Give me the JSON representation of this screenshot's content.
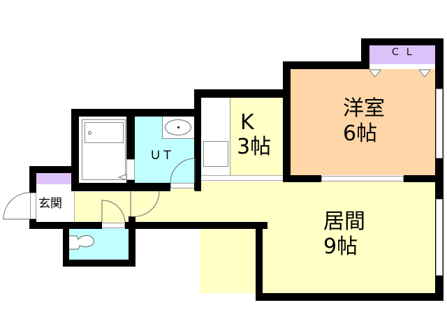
{
  "floorplan": {
    "rooms": {
      "western_room": {
        "name": "洋室",
        "size": "6帖",
        "color": "#FFD6A8"
      },
      "living": {
        "name": "居間",
        "size": "9帖",
        "color": "#FFFFC6"
      },
      "kitchen": {
        "name": "K",
        "size": "3帖",
        "color": "#FFFFC6"
      },
      "unit_bath": {
        "name": "ＵＴ",
        "color": "#C0FFFF"
      },
      "entrance": {
        "name": "玄関",
        "color": "#FFFFFF"
      },
      "closet": {
        "name": "ＣＬ",
        "color": "#DDC2FA"
      },
      "toilet": {
        "color": "#C0FFFF"
      },
      "hall": {
        "color": "#FFFFC6"
      },
      "shoe_closet": {
        "color": "#DDC2FA"
      }
    },
    "colors": {
      "wall": "#000000",
      "window": "#FFFFFF"
    }
  }
}
